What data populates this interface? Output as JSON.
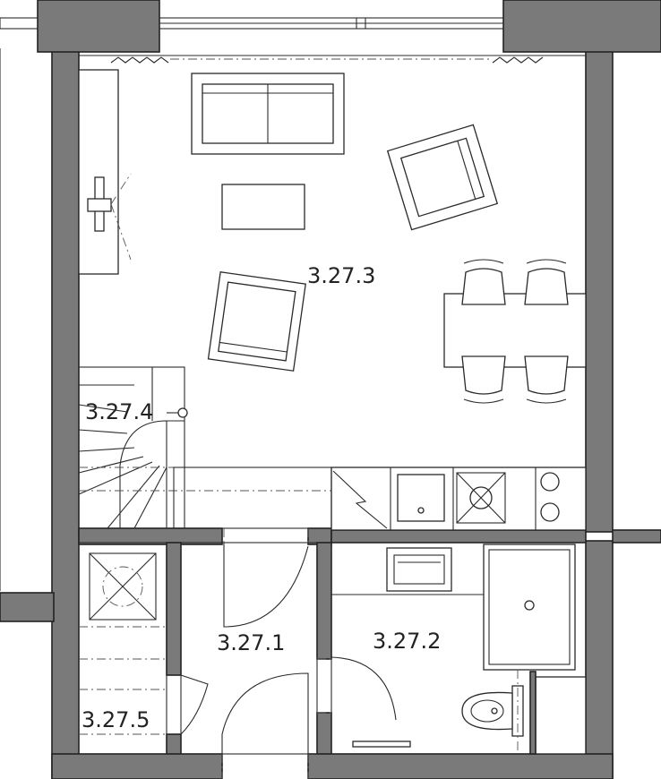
{
  "colors": {
    "wall": "#7a7a7a",
    "line": "#2a2a2a",
    "background": "#ffffff"
  },
  "rooms": [
    {
      "id": "3.27.3",
      "label": "3.27.3"
    },
    {
      "id": "3.27.4",
      "label": "3.27.4"
    },
    {
      "id": "3.27.1",
      "label": "3.27.1"
    },
    {
      "id": "3.27.2",
      "label": "3.27.2"
    },
    {
      "id": "3.27.5",
      "label": "3.27.5"
    }
  ],
  "icons": {
    "sofa": "sofa-icon",
    "armchair": "armchair-icon",
    "table": "dining-table-icon",
    "chair": "chair-icon",
    "sink": "sink-icon",
    "stove": "stove-icon",
    "shower": "shower-icon",
    "toilet": "toilet-icon",
    "stairs": "stairs-icon",
    "door": "door-swing-icon"
  }
}
